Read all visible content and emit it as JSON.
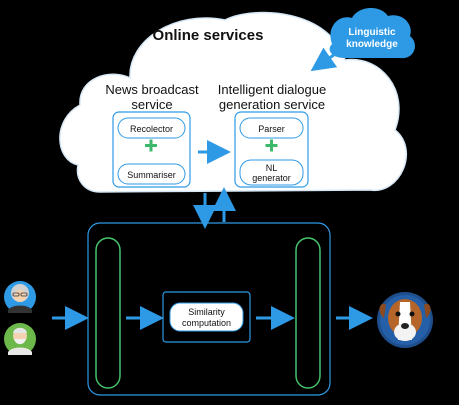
{
  "cloud": {
    "title": "Online services"
  },
  "knowledge": {
    "line1": "Linguistic",
    "line2": "knowledge"
  },
  "news_service": {
    "line1": "News broadcast",
    "line2": "service",
    "item1": "Recolector",
    "item2": "Summariser"
  },
  "dialogue_service": {
    "line1": "Intelligent dialogue",
    "line2": "generation service",
    "item1": "Parser",
    "item2_line1": "NL",
    "item2_line2": "generator"
  },
  "similarity": {
    "line1": "Similarity",
    "line2": "computation"
  },
  "icons": {
    "user1": "elderly-woman-icon",
    "user2": "elderly-man-icon",
    "robot": "dog-robot-icon"
  },
  "colors": {
    "accent_blue": "#2e9ae6",
    "plus_green": "#3db86b",
    "tube_green": "#46c36e",
    "cloud_fill": "#ffffff",
    "background": "#000000"
  }
}
